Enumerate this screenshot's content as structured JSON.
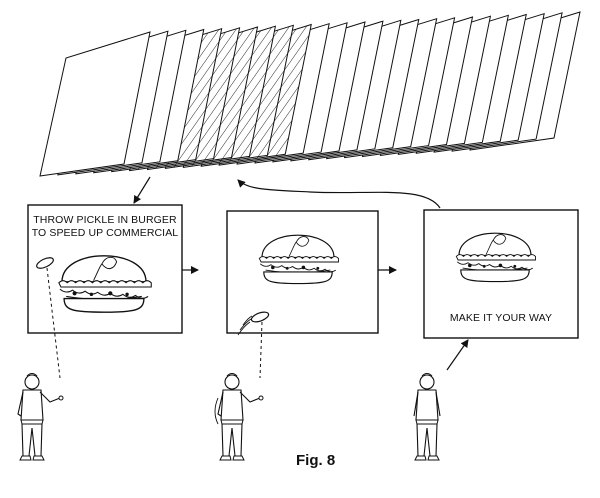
{
  "panels": {
    "first": {
      "line1": "THROW PICKLE IN BURGER",
      "line2": "TO SPEED UP COMMERCIAL"
    },
    "third": {
      "caption": "MAKE IT YOUR WAY"
    }
  },
  "figure": {
    "label": "Fig. 8"
  },
  "frames": {
    "total": 25,
    "hatched": [
      4,
      5,
      6,
      7,
      8,
      9
    ]
  },
  "colors": {
    "ink": "#111111",
    "paper": "#ffffff"
  },
  "icons": {
    "burger": "burger-icon",
    "pickle": "pickle-icon",
    "person": "person-icon",
    "arrow": "arrow-icon"
  }
}
